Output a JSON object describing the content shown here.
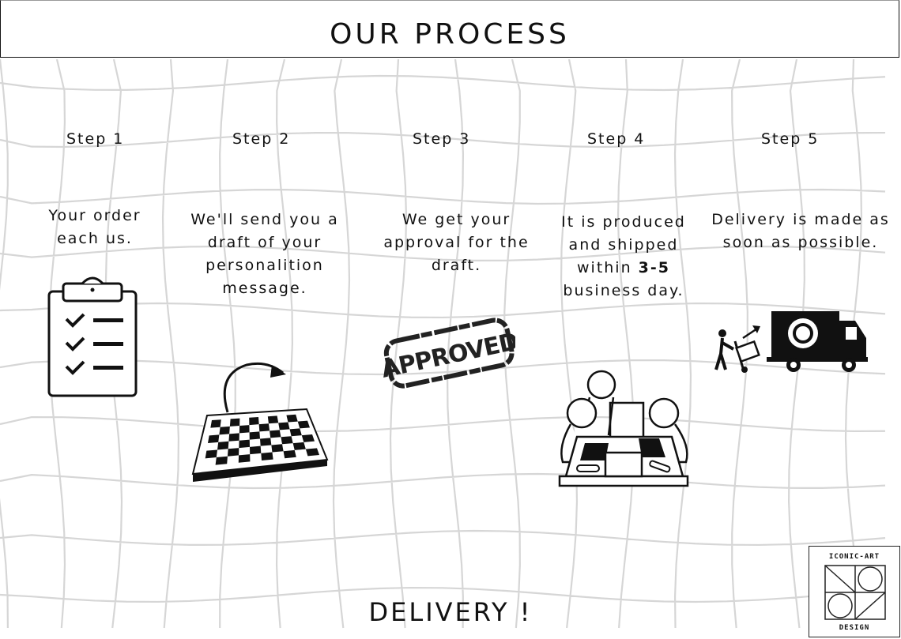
{
  "header": {
    "title": "OUR PROCESS"
  },
  "steps": [
    {
      "label": "Step 1",
      "lines": [
        "Your order",
        "each us."
      ],
      "icon": "clipboard-checklist-icon"
    },
    {
      "label": "Step 2",
      "lines": [
        "We'll send you a",
        "draft of your",
        "personalition",
        "message."
      ],
      "icon": "draft-board-icon"
    },
    {
      "label": "Step 3",
      "lines": [
        "We get your",
        "approval for the",
        "draft."
      ],
      "icon": "approved-stamp-icon",
      "stamp_text": "APPROVED"
    },
    {
      "label": "Step 4",
      "lines_pre": [
        "It is produced",
        "and shipped",
        "within "
      ],
      "emphasis": "3-5",
      "lines_post": [
        "business day."
      ],
      "icon": "team-meeting-icon"
    },
    {
      "label": "Step 5",
      "lines": [
        "Delivery is made as",
        "soon as possible."
      ],
      "icon": "delivery-truck-icon"
    }
  ],
  "footer": {
    "title": "DELIVERY !"
  },
  "logo": {
    "top_text": "ICONIC-ART",
    "bottom_text": "DESIGN"
  }
}
